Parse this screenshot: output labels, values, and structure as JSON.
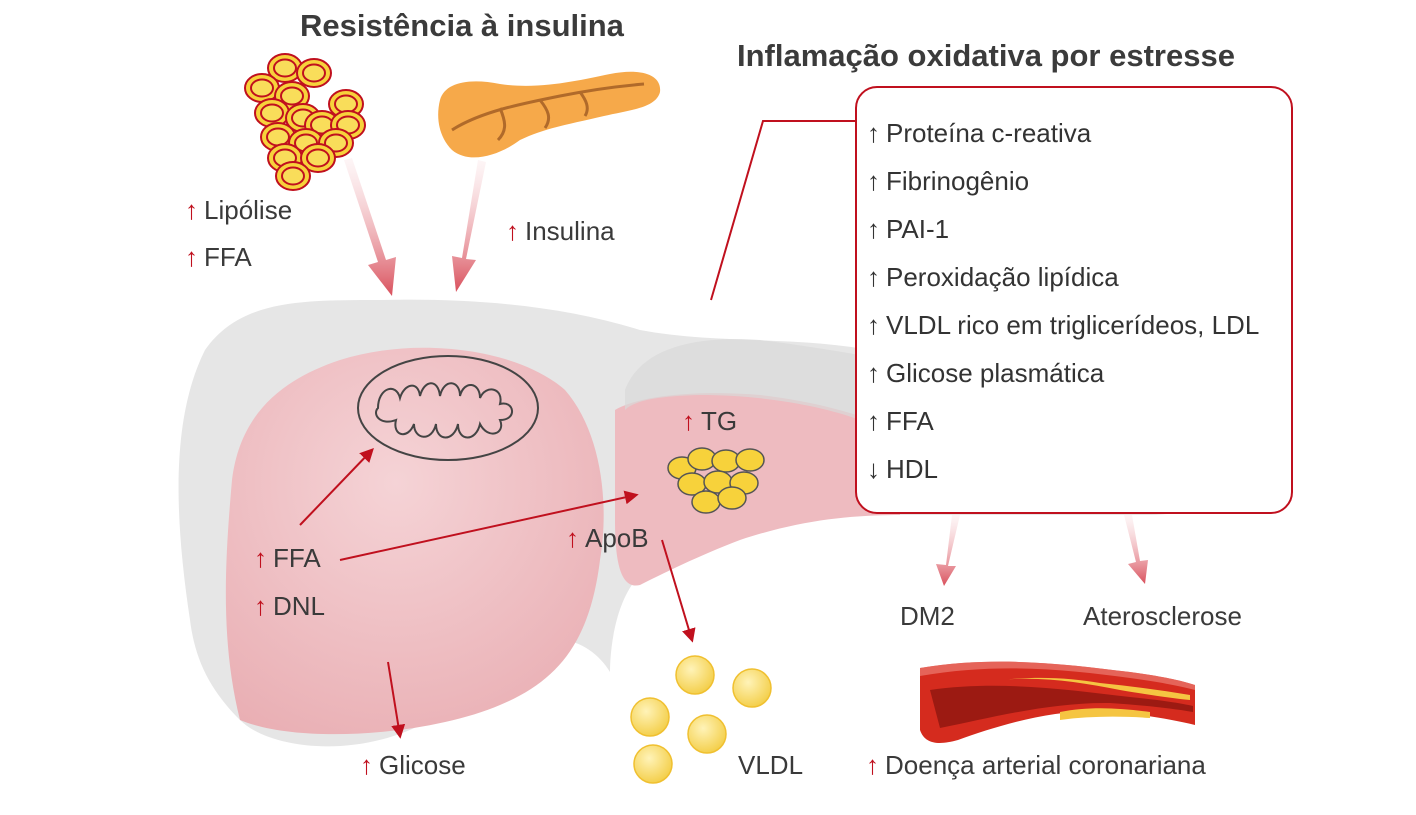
{
  "titles": {
    "insulin_resistance": "Resistência à insulina",
    "oxidative_inflammation": "Inflamação oxidativa por estresse"
  },
  "up_arrow": "↑",
  "adipose": {
    "lipolysis": "Lipólise",
    "ffa": "FFA"
  },
  "pancreas": {
    "insulin": "Insulina"
  },
  "liver": {
    "ffa": "FFA",
    "dnl": "DNL",
    "tg": "TG",
    "apob": "ApoB"
  },
  "outputs": {
    "glucose": "Glicose",
    "vldl": "VLDL"
  },
  "markers": [
    {
      "arrow": "↑",
      "text": "Proteína c-reativa"
    },
    {
      "arrow": "↑",
      "text": "Fibrinogênio"
    },
    {
      "arrow": "↑",
      "text": "PAI-1"
    },
    {
      "arrow": "↑",
      "text": "Peroxidação lipídica"
    },
    {
      "arrow": "↑",
      "text": "VLDL rico em triglicerídeos, LDL"
    },
    {
      "arrow": "↑",
      "text": "Glicose plasmática"
    },
    {
      "arrow": "↑",
      "text": "FFA"
    },
    {
      "arrow": "↓",
      "text": "HDL"
    }
  ],
  "outcomes": {
    "dm2": "DM2",
    "atherosclerosis": "Aterosclerose",
    "cad": "Doença arterial coronariana"
  },
  "colors": {
    "accent_red": "#c0101e",
    "liver_pink": "#eebbc0",
    "liver_outline": "#e6e6e6",
    "fat_yellow": "#f7d23b",
    "pancreas_orange": "#f6a94a"
  }
}
